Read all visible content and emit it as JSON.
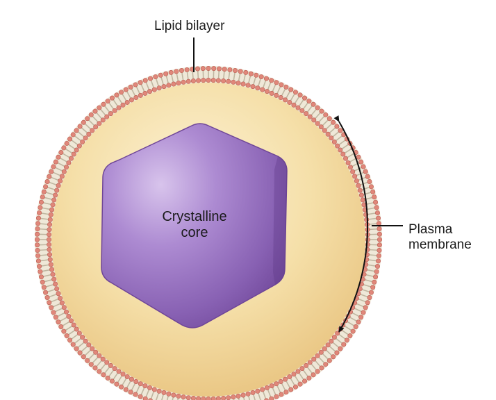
{
  "labels": {
    "lipid_bilayer": "Lipid bilayer",
    "crystalline_core": [
      "Crystalline",
      "core"
    ],
    "plasma_membrane": [
      "Plasma",
      "membrane"
    ]
  },
  "colors": {
    "background": "#ffffff",
    "cytoplasm": "#f3d9a0",
    "lipid_head": "#e0877a",
    "lipid_tail": "#bfb6a0",
    "crystal_core": "#8c62b5",
    "leader_lines": "#111111"
  }
}
